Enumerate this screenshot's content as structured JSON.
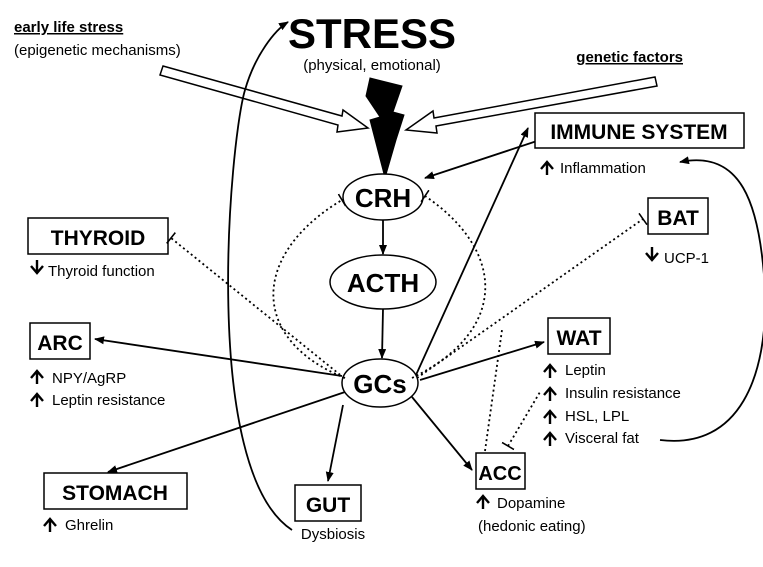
{
  "stress": {
    "title": "STRESS",
    "subtitle": "(physical, emotional)"
  },
  "early_life": {
    "title": "early life  stress",
    "subtitle": "(epigenetic mechanisms)"
  },
  "genetic": {
    "title": "genetic factors"
  },
  "nodes": {
    "crh": "CRH",
    "acth": "ACTH",
    "gcs": "GCs"
  },
  "boxes": {
    "immune": "IMMUNE SYSTEM",
    "thyroid": "THYROID",
    "bat": "BAT",
    "arc": "ARC",
    "wat": "WAT",
    "stomach": "STOMACH",
    "gut": "GUT",
    "acc": "ACC"
  },
  "effects": {
    "immune": [
      "Inflammation"
    ],
    "thyroid": [
      "Thyroid function"
    ],
    "bat": [
      "UCP-1"
    ],
    "arc": [
      "NPY/AgRP",
      "Leptin resistance"
    ],
    "wat": [
      "Leptin",
      "Insulin resistance",
      "HSL, LPL",
      "Visceral fat"
    ],
    "stomach": [
      "Ghrelin"
    ],
    "gut": [
      "Dysbiosis"
    ],
    "acc": [
      "Dopamine",
      "(hedonic eating)"
    ]
  },
  "icons": {
    "up": "up-arrow-icon",
    "down": "down-arrow-icon",
    "stress": "lightning-bolt-icon"
  }
}
